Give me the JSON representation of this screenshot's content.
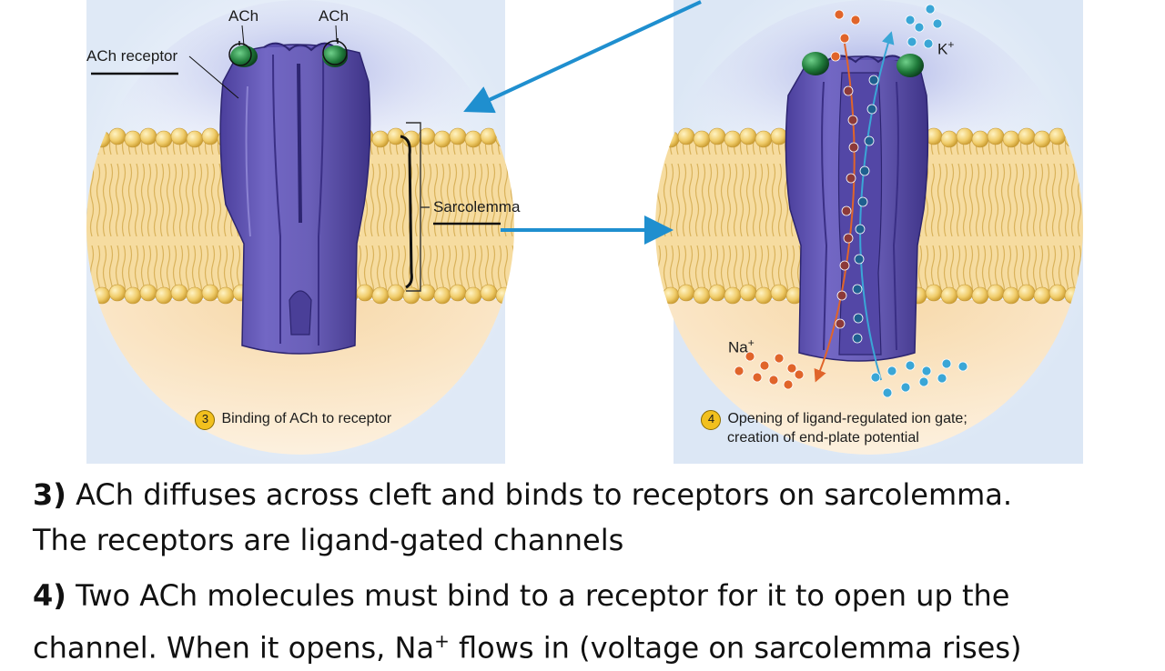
{
  "figure": {
    "labels": {
      "ach_left": "ACh",
      "ach_right": "ACh",
      "ach_receptor": "ACh receptor",
      "sarcolemma": "Sarcolemma",
      "k_ion": "K",
      "k_charge": "+",
      "na_ion": "Na",
      "na_charge": "+"
    },
    "captions": {
      "step3_number": "3",
      "step3_text": "Binding of ACh to receptor",
      "step4_number": "4",
      "step4_line1": "Opening of ligand-regulated ion gate;",
      "step4_line2": "creation of end-plate potential"
    },
    "colors": {
      "receptor": "#6a5fb8",
      "ach_molecule": "#1f7a3a",
      "lipid_head": "#f0cc6a",
      "sodium": "#e0642a",
      "potassium": "#3aa6d6",
      "arrow": "#1f8fcf"
    }
  },
  "notes": {
    "note3_number": "3)",
    "note3_line1": "ACh diffuses across cleft and binds to receptors on sarcolemma.",
    "note3_line2": "The receptors are ligand-gated channels",
    "note4_number": "4)",
    "note4_line1": "Two ACh molecules must bind to a receptor for it to open up the",
    "note4_line2a": "channel. When it opens, Na",
    "note4_line2_sup": "+",
    "note4_line2b": "flows in (voltage on sarcolemma rises)"
  }
}
